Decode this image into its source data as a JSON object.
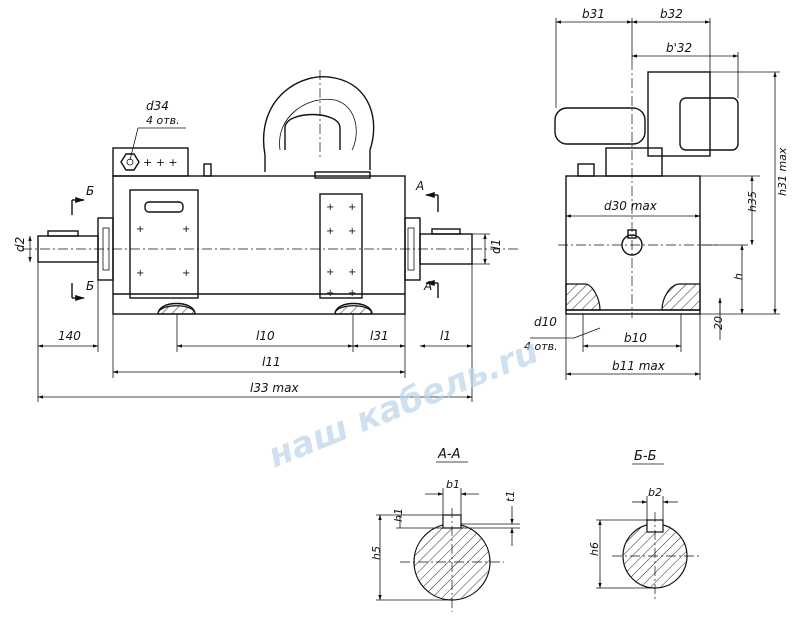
{
  "front_view": {
    "labels": {
      "d34": "d34",
      "holes_4": "4 отв.",
      "section_b": "Б",
      "section_a": "A",
      "d2": "d2",
      "d1": "d1"
    },
    "dims": {
      "d140": "140",
      "l10": "l10",
      "l31": "l31",
      "l1": "l1",
      "l11": "l11",
      "l33max": "l33 max"
    }
  },
  "side_view": {
    "labels": {
      "b31": "b31",
      "b32": "b32",
      "b32p": "b'32",
      "d30max": "d30 max",
      "h35": "h35",
      "h31max": "h31 max",
      "h": "h",
      "d10": "d10",
      "holes_4": "4 отв.",
      "b10": "b10",
      "b11max": "b11 max",
      "dim20": "20"
    }
  },
  "section_aa": {
    "title": "A-A",
    "b1": "b1",
    "t1": "t1",
    "h1": "h1",
    "h5": "h5"
  },
  "section_bb": {
    "title": "Б-Б",
    "b2": "b2",
    "h6": "h6"
  },
  "watermark": "наш кабель.ru"
}
